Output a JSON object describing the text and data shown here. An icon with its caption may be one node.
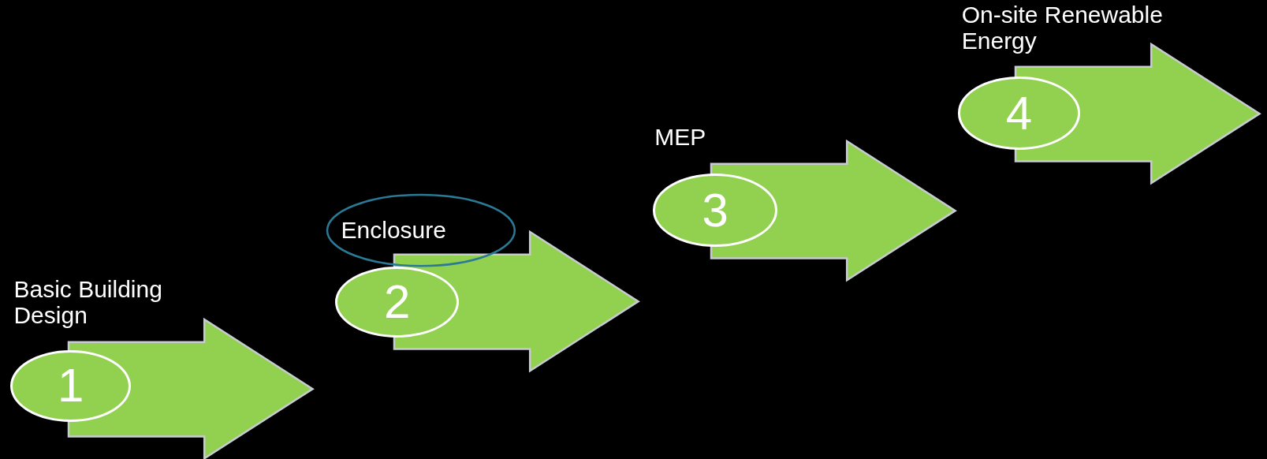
{
  "diagram": {
    "nodes": [
      {
        "text": [
          "Basic Building Design"
        ]
      },
      {
        "text": [
          "1"
        ]
      },
      {
        "text": [
          "Enclosure"
        ]
      },
      {
        "text": [
          "2"
        ]
      },
      {
        "text": [
          "MEP"
        ]
      },
      {
        "text": [
          "3"
        ]
      },
      {
        "text": [
          "On-site Renewable Energy"
        ]
      },
      {
        "text": [
          "4"
        ]
      }
    ]
  }
}
